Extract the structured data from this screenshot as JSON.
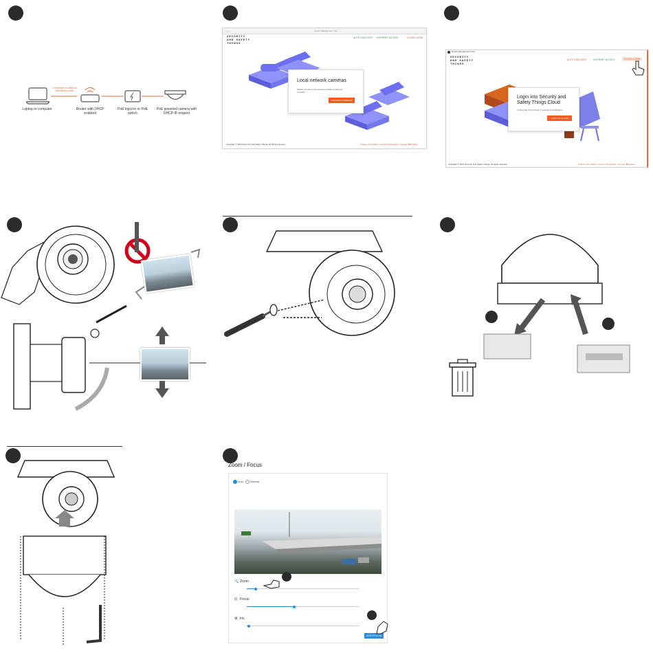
{
  "panel1": {
    "cable_note": "Connection to cable as well as the router",
    "devices": [
      {
        "label": "Laptop or computer"
      },
      {
        "label": "Router with DHCP enabled"
      },
      {
        "label": "PoE Injector or PoE switch"
      },
      {
        "label": "PoE powered camera with DHCP IP request"
      }
    ]
  },
  "panel2": {
    "window_title": "Device Management Tool",
    "brand": "SECURITY AND SAFETY THINGS",
    "nav": [
      "AUTO DISCOVER",
      "INTERNET ACCESS",
      "CLOUD LOGIN"
    ],
    "card_title": "Local network cameras",
    "card_text": "Please connect to the camera network to discover cameras.",
    "card_button": "DISCOVER CAMERAS",
    "copyright": "Copyright © 2019 Security And Safety Things. All rights reserved.",
    "footer_links": "License Information | License (Download) | License (Bitbucket)"
  },
  "panel3": {
    "window_title": "Device Management Tool",
    "brand": "SECURITY AND SAFETY THINGS",
    "nav": [
      "AUTO DISCOVER",
      "INTERNET ACCESS",
      "CLOUD LOGIN"
    ],
    "card_title": "Login into Security and Safety Things Cloud",
    "card_text": "Connecting to the Cloud is required to install apps.",
    "card_button": "LOGIN TO CLOUD",
    "copyright": "Copyright © 2019 Security And Safety Things. All rights reserved.",
    "footer_links": "License Information | License (Download) | License (Bitbucket)"
  },
  "zoom_focus": {
    "title": "Zoom / Focus",
    "mode_options": [
      "Auto",
      "Manual"
    ],
    "sliders": [
      {
        "label": "Zoom",
        "value": 0.08
      },
      {
        "label": "Focus",
        "value": 0.42
      },
      {
        "label": "Iris",
        "value": 0.02
      }
    ],
    "button": "AUTO FOCUS"
  },
  "colors": {
    "accent_orange": "#f25c1e",
    "iso_purple": "#6b6ff0",
    "highlight_blue": "#2a8bd6",
    "step_circle": "#2b2b2b"
  }
}
